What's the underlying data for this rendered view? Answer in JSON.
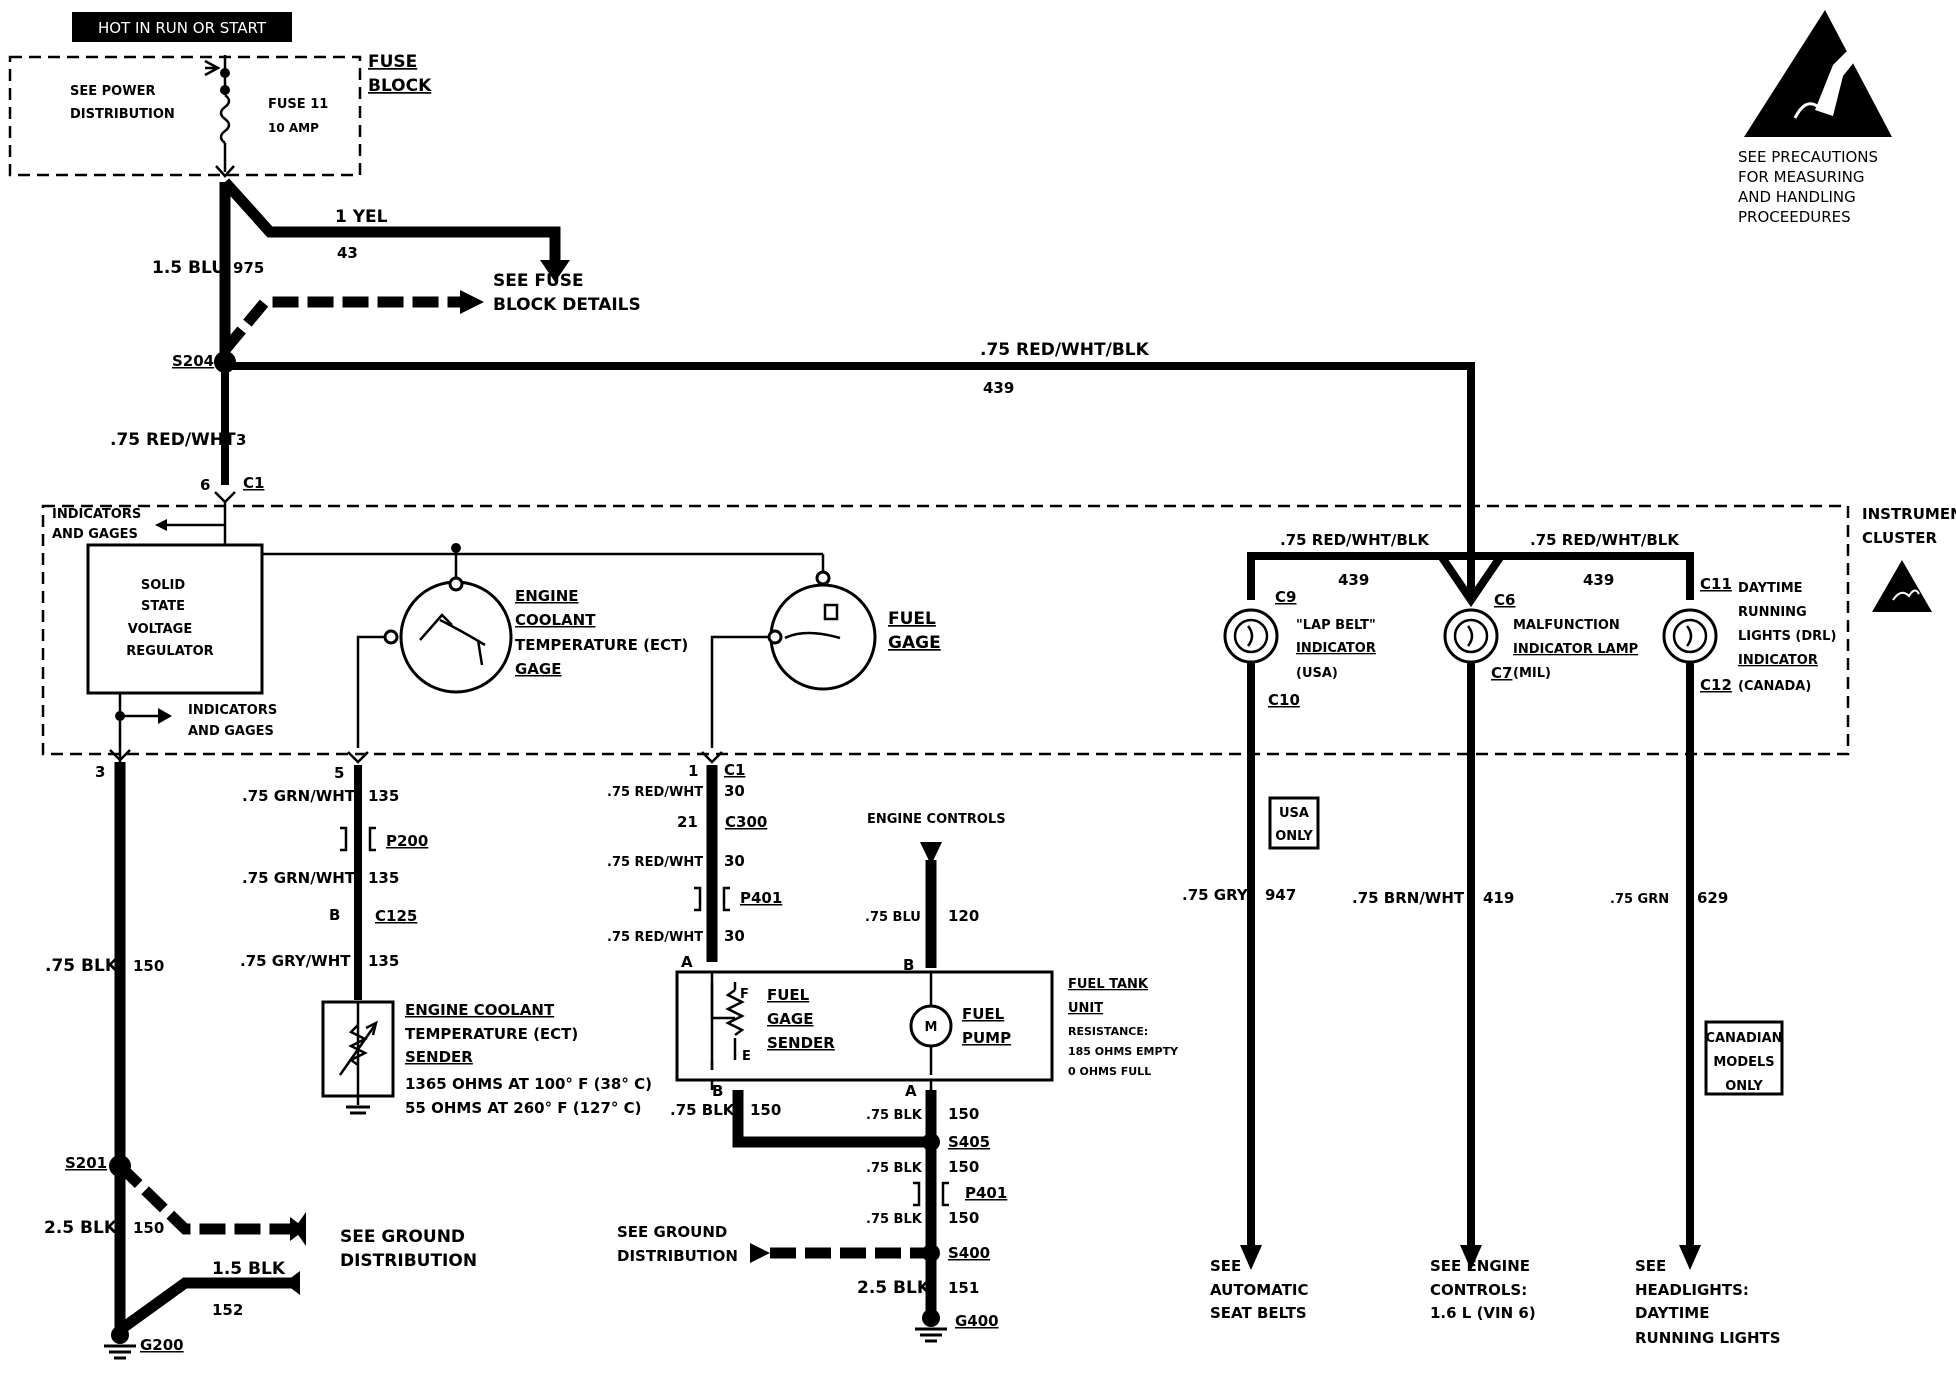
{
  "header": {
    "hot_label": "HOT IN RUN OR START"
  },
  "precaution": {
    "icon": "esd-warning-icon",
    "line1": "SEE PRECAUTIONS",
    "line2": "FOR MEASURING",
    "line3": "AND HANDLING",
    "line4": "PROCEEDURES"
  },
  "fuse_block": {
    "see1": "SEE POWER",
    "see2": "DISTRIBUTION",
    "fuse_name": "FUSE 11",
    "fuse_rating": "10 AMP",
    "title1": "FUSE",
    "title2": "BLOCK"
  },
  "top": {
    "yel_wire": "1 YEL",
    "yel_circuit": "43",
    "see_fuse1": "SEE FUSE",
    "see_fuse2": "BLOCK DETAILS",
    "blu_wire": "1.5 BLU",
    "blu_circuit": "975",
    "s204": "S204",
    "rwb_wire": ".75 RED/WHT/BLK",
    "rwb_circuit": "439",
    "rw_wire": ".75 RED/WHT",
    "rw_circuit": "3",
    "c1_pin": "6",
    "c1": "C1"
  },
  "cluster": {
    "title1": "INSTRUMENT",
    "title2": "CLUSTER",
    "ind_gages1": "INDICATORS",
    "ind_gages2": "AND GAGES",
    "reg1": "SOLID",
    "reg2": "STATE",
    "reg3": "VOLTAGE",
    "reg4": "REGULATOR",
    "ind_gages_b1": "INDICATORS",
    "ind_gages_b2": "AND GAGES",
    "ect1": "ENGINE",
    "ect2": "COOLANT",
    "ect3": "TEMPERATURE (ECT)",
    "ect4": "GAGE",
    "fuel1": "FUEL",
    "fuel2": "GAGE",
    "rwb_left": ".75 RED/WHT/BLK",
    "rwb_left_c": "439",
    "rwb_right": ".75 RED/WHT/BLK",
    "rwb_right_c": "439",
    "c9": "C9",
    "lap1": "\"LAP BELT\"",
    "lap2": "INDICATOR",
    "lap3": "(USA)",
    "c10": "C10",
    "c6": "C6",
    "mil1": "MALFUNCTION",
    "mil2": "INDICATOR LAMP",
    "c7": "C7",
    "mil3": "(MIL)",
    "c11": "C11",
    "drl1": "DAYTIME",
    "drl2": "RUNNING",
    "drl3": "LIGHTS (DRL)",
    "drl4": "INDICATOR",
    "c12": "C12",
    "drl5": "(CANADA)"
  },
  "left_branch": {
    "pin": "3",
    "wire": ".75 BLK",
    "circuit": "150",
    "s201": "S201",
    "wire2": "2.5 BLK",
    "circuit2": "150",
    "see_gnd1": "SEE GROUND",
    "see_gnd2": "DISTRIBUTION",
    "wire3": "1.5 BLK",
    "circuit3": "152",
    "g200": "G200"
  },
  "ect_branch": {
    "pin": "5",
    "wire1": ".75 GRN/WHT",
    "c1": "135",
    "p200": "P200",
    "wire2": ".75 GRN/WHT",
    "c2": "135",
    "pin_b": "B",
    "c125": "C125",
    "wire3": ".75 GRY/WHT",
    "c3": "135",
    "sender1": "ENGINE COOLANT",
    "sender2": "TEMPERATURE (ECT)",
    "sender3": "SENDER",
    "spec1": "1365 OHMS AT 100° F (38° C)",
    "spec2": "55 OHMS AT 260° F (127° C)"
  },
  "fuel_branch": {
    "pin": "1",
    "c1": "C1",
    "wire1": ".75 RED/WHT",
    "circuit1": "30",
    "pin21": "21",
    "c300": "C300",
    "wire2": ".75 RED/WHT",
    "circuit2": "30",
    "p401": "P401",
    "wire3": ".75 RED/WHT",
    "circuit3": "30",
    "pin_a": "A",
    "engine_controls": "ENGINE CONTROLS",
    "blu_wire": ".75 BLU",
    "blu_circuit": "120",
    "pin_b": "B",
    "sender_f": "F",
    "sender1": "FUEL",
    "sender2": "GAGE",
    "sender3": "SENDER",
    "sender_e": "E",
    "pump_m": "M",
    "pump1": "FUEL",
    "pump2": "PUMP",
    "tank1": "FUEL TANK",
    "tank2": "UNIT",
    "tank3": "RESISTANCE:",
    "tank4": "185 OHMS EMPTY",
    "tank5": "0 OHMS FULL",
    "out_b": "B",
    "out_wire": ".75 BLK",
    "out_circuit": "150",
    "out_a": "A",
    "out_wire2": ".75 BLK",
    "out_circuit2": "150",
    "s405": "S405",
    "w4": ".75 BLK",
    "c4": "150",
    "p401b": "P401",
    "w5": ".75 BLK",
    "c5": "150",
    "see_gnd1": "SEE GROUND",
    "see_gnd2": "DISTRIBUTION",
    "s400": "S400",
    "w6": "2.5 BLK",
    "c6": "151",
    "g400": "G400"
  },
  "right_branches": {
    "usa1": "USA",
    "usa2": "ONLY",
    "gry_wire": ".75 GRY",
    "gry_circuit": "947",
    "brn_wire": ".75 BRN/WHT",
    "brn_circuit": "419",
    "grn_wire": ".75 GRN",
    "grn_circuit": "629",
    "can1": "CANADIAN",
    "can2": "MODELS",
    "can3": "ONLY",
    "seat1": "SEE",
    "seat2": "AUTOMATIC",
    "seat3": "SEAT BELTS",
    "eng1": "SEE ENGINE",
    "eng2": "CONTROLS:",
    "eng3": "1.6 L (VIN 6)",
    "hl1": "SEE",
    "hl2": "HEADLIGHTS:",
    "hl3": "DAYTIME",
    "hl4": "RUNNING LIGHTS"
  }
}
